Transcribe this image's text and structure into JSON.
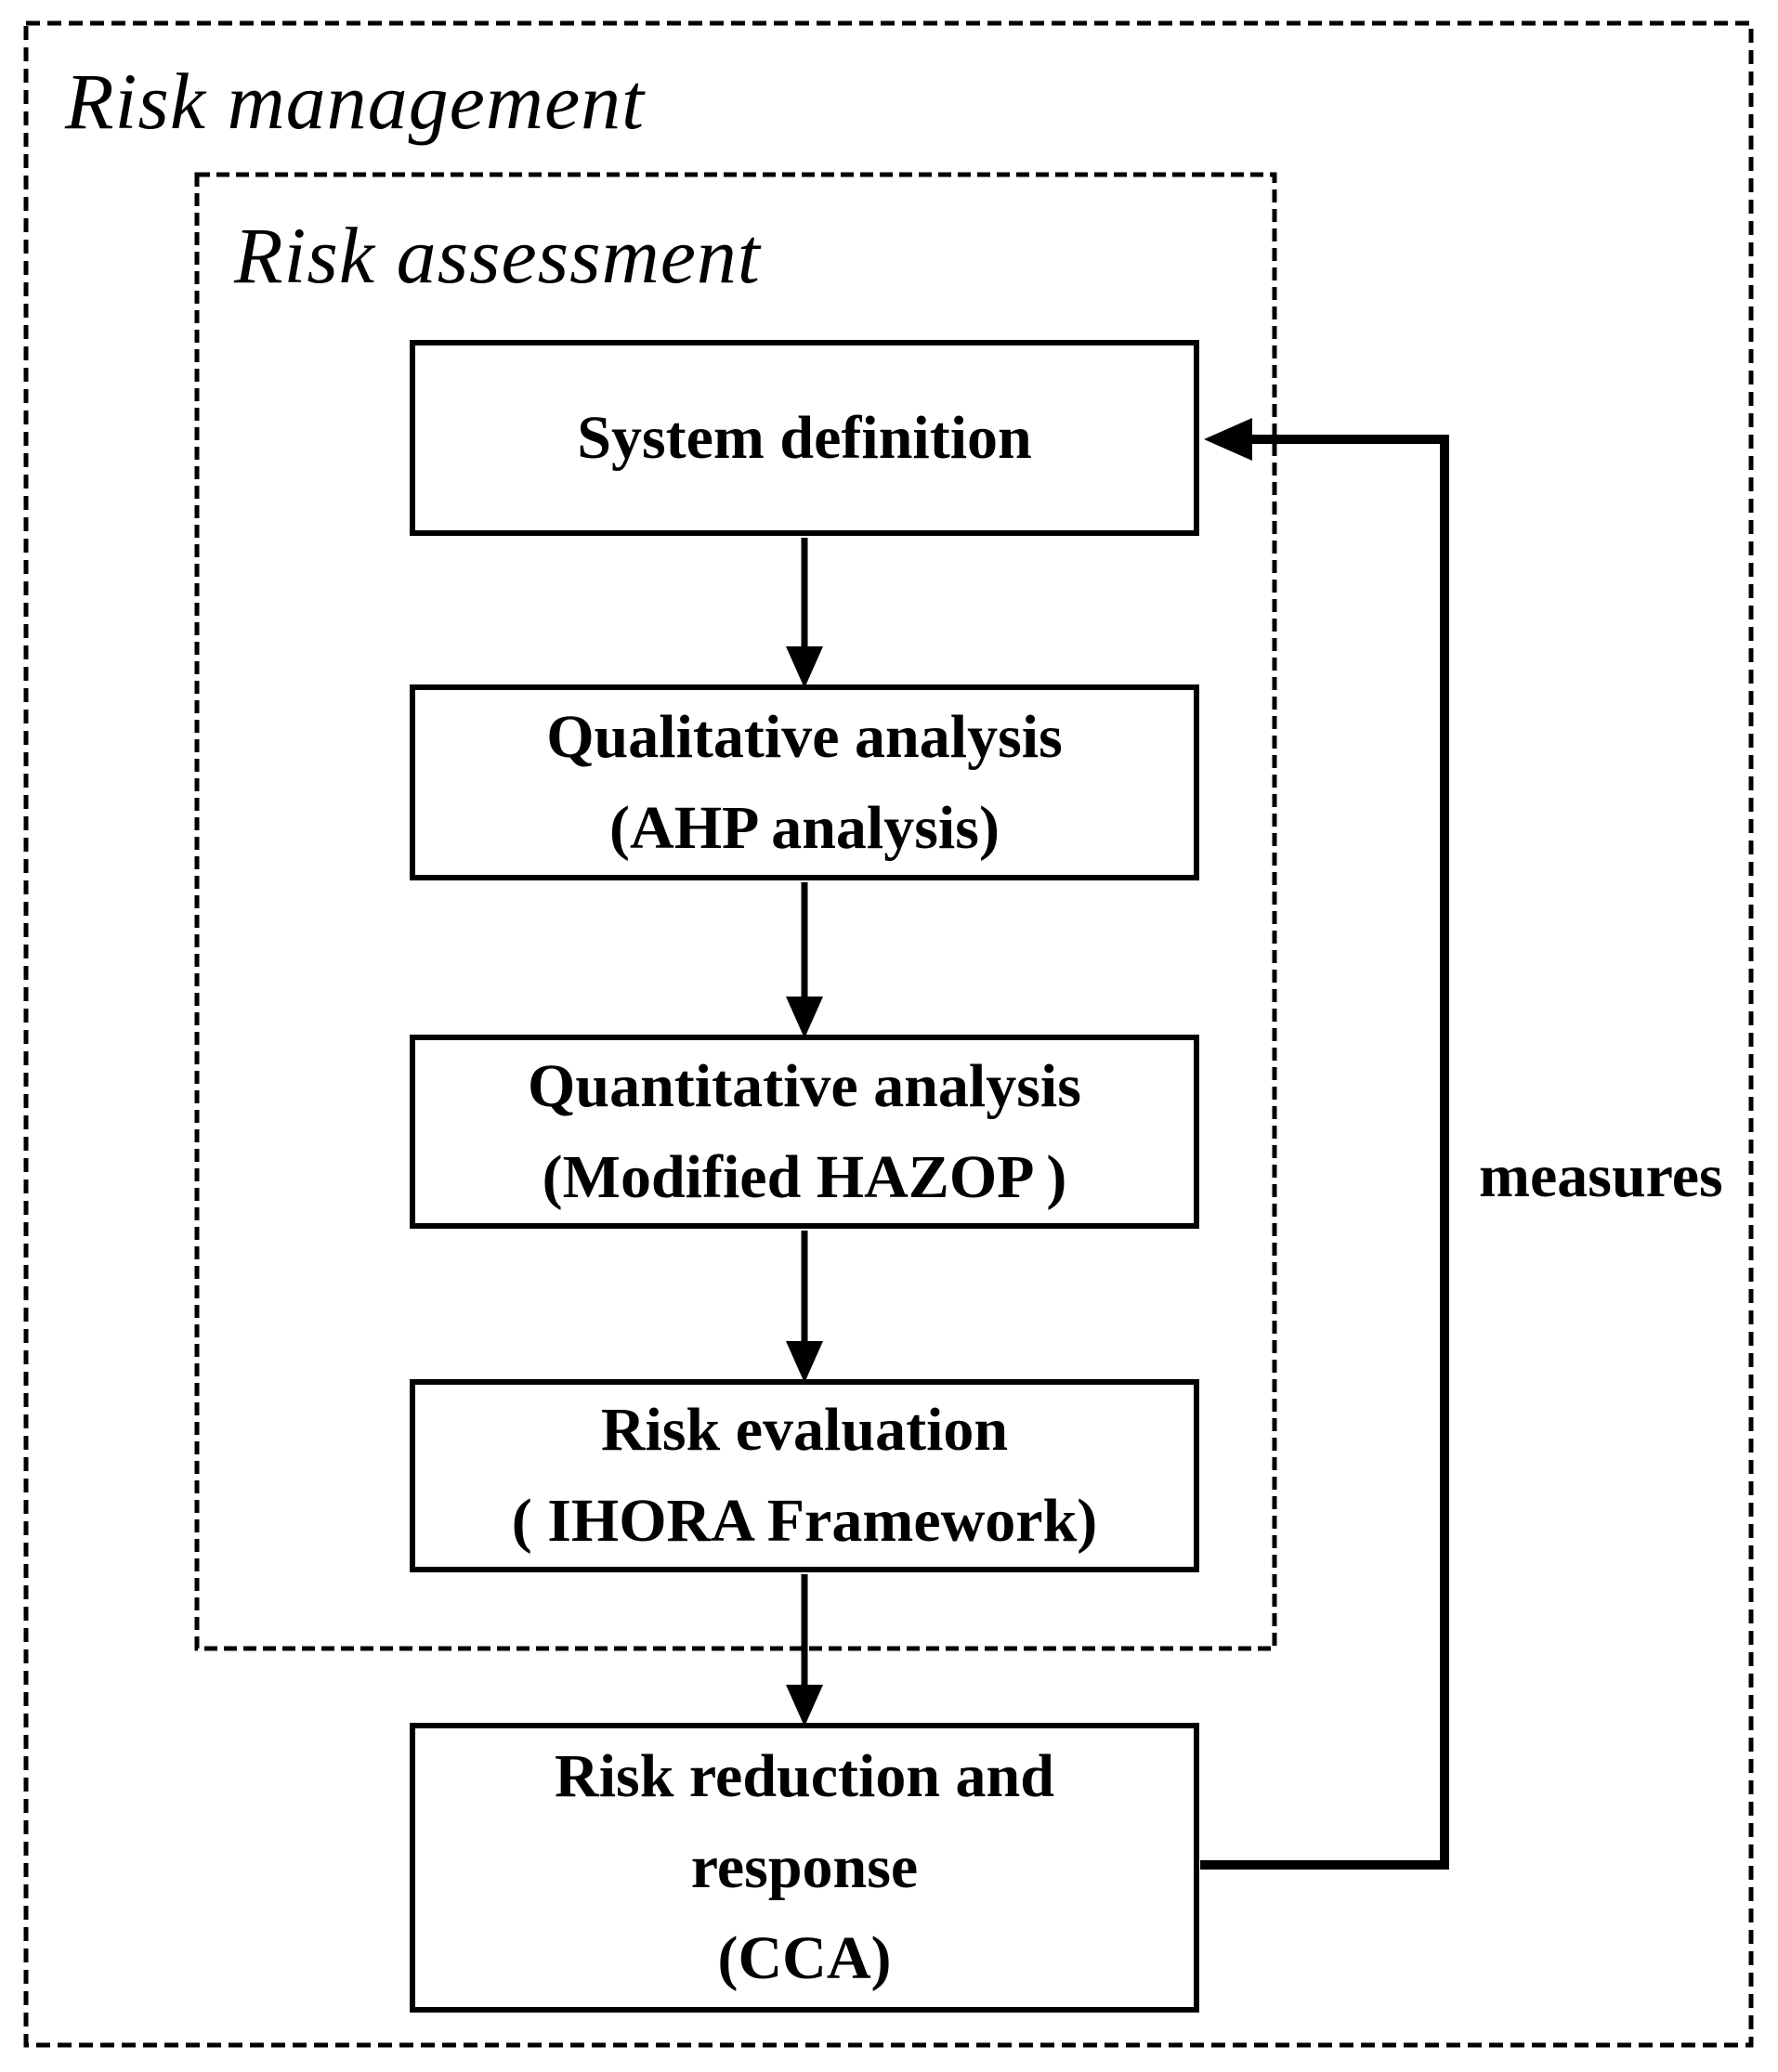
{
  "labels": {
    "risk_management": "Risk management",
    "risk_assessment": "Risk assessment",
    "measures": "measures"
  },
  "boxes": [
    {
      "name": "system-definition",
      "lines": [
        "System definition"
      ]
    },
    {
      "name": "qualitative-analysis",
      "lines": [
        "Qualitative analysis",
        "(AHP analysis)"
      ]
    },
    {
      "name": "quantitative-analysis",
      "lines": [
        "Quantitative analysis",
        "(Modified HAZOP )"
      ]
    },
    {
      "name": "risk-evaluation",
      "lines": [
        "Risk evaluation",
        "( IHORA Framework)"
      ]
    },
    {
      "name": "risk-reduction-response",
      "lines": [
        "Risk reduction and",
        "response",
        "(CCA)"
      ]
    }
  ],
  "colors": {
    "ink": "#000000",
    "paper": "#ffffff"
  }
}
